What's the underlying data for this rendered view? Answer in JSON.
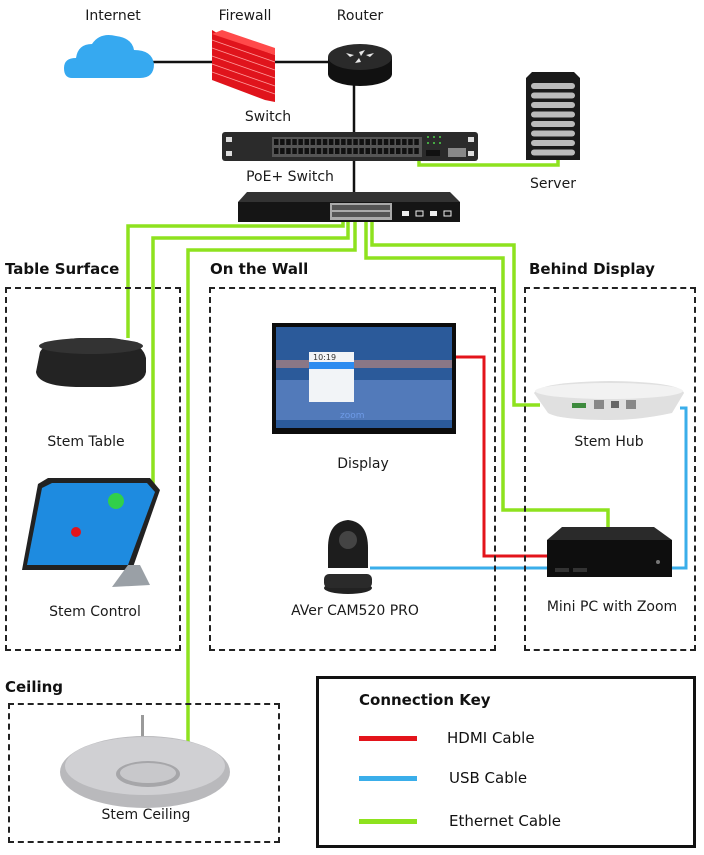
{
  "title": "Zoom Room Network Diagram",
  "devices": {
    "internet": {
      "label": "Internet",
      "icon": "cloud-icon"
    },
    "firewall": {
      "label": "Firewall",
      "icon": "brick-wall-icon"
    },
    "router": {
      "label": "Router",
      "icon": "router-icon"
    },
    "switch": {
      "label": "Switch",
      "icon": "rack-switch-icon"
    },
    "server": {
      "label": "Server",
      "icon": "server-tower-icon"
    },
    "poe_switch": {
      "label": "PoE+ Switch",
      "icon": "poe-switch-icon"
    },
    "stem_table": {
      "label": "Stem Table",
      "icon": "table-speaker-icon"
    },
    "stem_control": {
      "label": "Stem Control",
      "icon": "tablet-controller-icon"
    },
    "display": {
      "label": "Display",
      "icon": "tv-display-icon",
      "screen_time": "10:19",
      "screen_brand": "zoom"
    },
    "camera": {
      "label": "AVer CAM520 PRO",
      "icon": "ptz-camera-icon"
    },
    "stem_hub": {
      "label": "Stem Hub",
      "icon": "hub-icon"
    },
    "mini_pc": {
      "label": "Mini PC with Zoom",
      "icon": "mini-pc-icon"
    },
    "stem_ceiling": {
      "label": "Stem Ceiling",
      "icon": "ceiling-mic-icon"
    }
  },
  "zones": {
    "table_surface": "Table Surface",
    "on_the_wall": "On the Wall",
    "behind_display": "Behind Display",
    "ceiling": "Ceiling"
  },
  "connection_key": {
    "title": "Connection Key",
    "items": [
      {
        "label": "HDMI Cable",
        "color": "#e3141b"
      },
      {
        "label": "USB Cable",
        "color": "#3aaeea"
      },
      {
        "label": "Ethernet Cable",
        "color": "#8ee21e"
      }
    ]
  },
  "colors": {
    "ethernet": "#8ee21e",
    "hdmi": "#e3141b",
    "usb": "#3aaeea",
    "uplink": "#111111",
    "cloud": "#36a9f0",
    "firewall": "#e0141c"
  }
}
